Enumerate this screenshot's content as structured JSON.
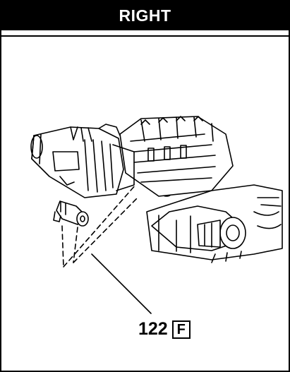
{
  "header": {
    "title": "RIGHT"
  },
  "callout": {
    "number": "122",
    "code": "F"
  },
  "colors": {
    "ink": "#000000",
    "paper": "#ffffff"
  }
}
